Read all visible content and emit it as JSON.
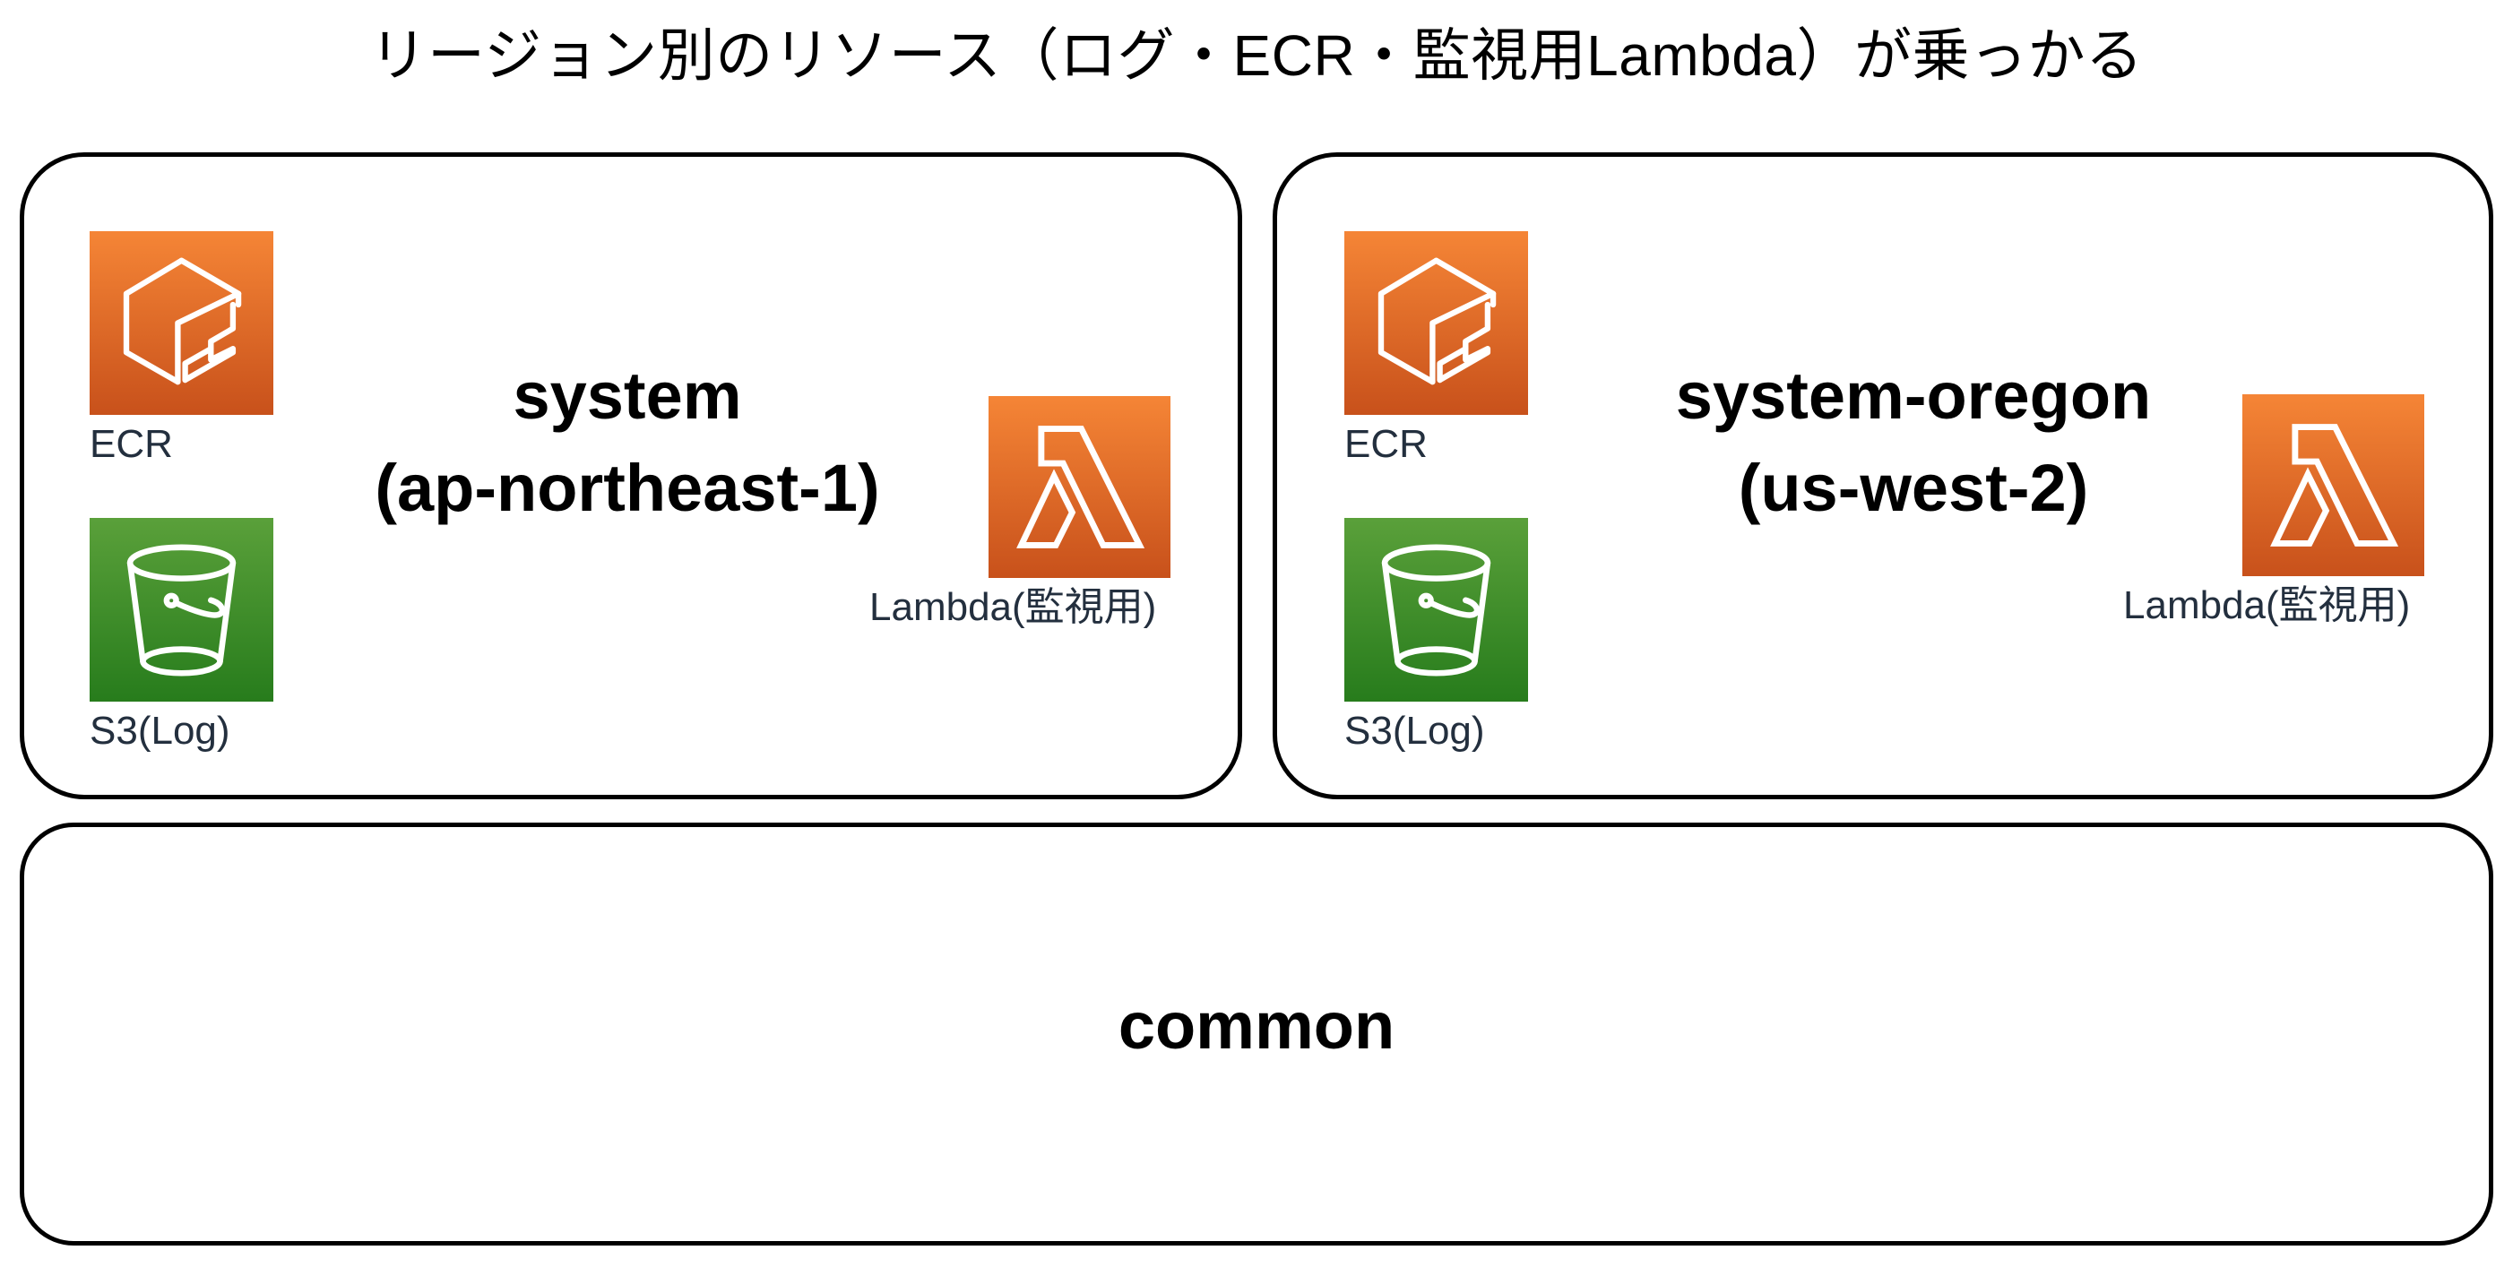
{
  "title": "リージョン別のリソース（ログ・ECR・監視用Lambda）が乗っかる",
  "colors": {
    "ecr_orange_top": "#F58536",
    "ecr_orange_bottom": "#C8511B",
    "lambda_orange_top": "#F58536",
    "lambda_orange_bottom": "#C8511B",
    "s3_green_top": "#5AA03A",
    "s3_green_bottom": "#277C1C",
    "label_navy": "#232F3E",
    "card_border": "#000000",
    "background": "#FFFFFF"
  },
  "cards": [
    {
      "id": "tokyo",
      "name": "system",
      "region": "(ap-northeast-1)",
      "services": [
        {
          "icon": "ecr-icon",
          "label": "ECR"
        },
        {
          "icon": "s3-icon",
          "label": "S3(Log)"
        },
        {
          "icon": "lambda-icon",
          "label": "Lambda(監視用)"
        }
      ]
    },
    {
      "id": "oregon",
      "name": "system-oregon",
      "region": "(us-west-2)",
      "services": [
        {
          "icon": "ecr-icon",
          "label": "ECR"
        },
        {
          "icon": "s3-icon",
          "label": "S3(Log)"
        },
        {
          "icon": "lambda-icon",
          "label": "Lambda(監視用)"
        }
      ]
    },
    {
      "id": "common",
      "name": "common",
      "region": "",
      "services": []
    }
  ]
}
